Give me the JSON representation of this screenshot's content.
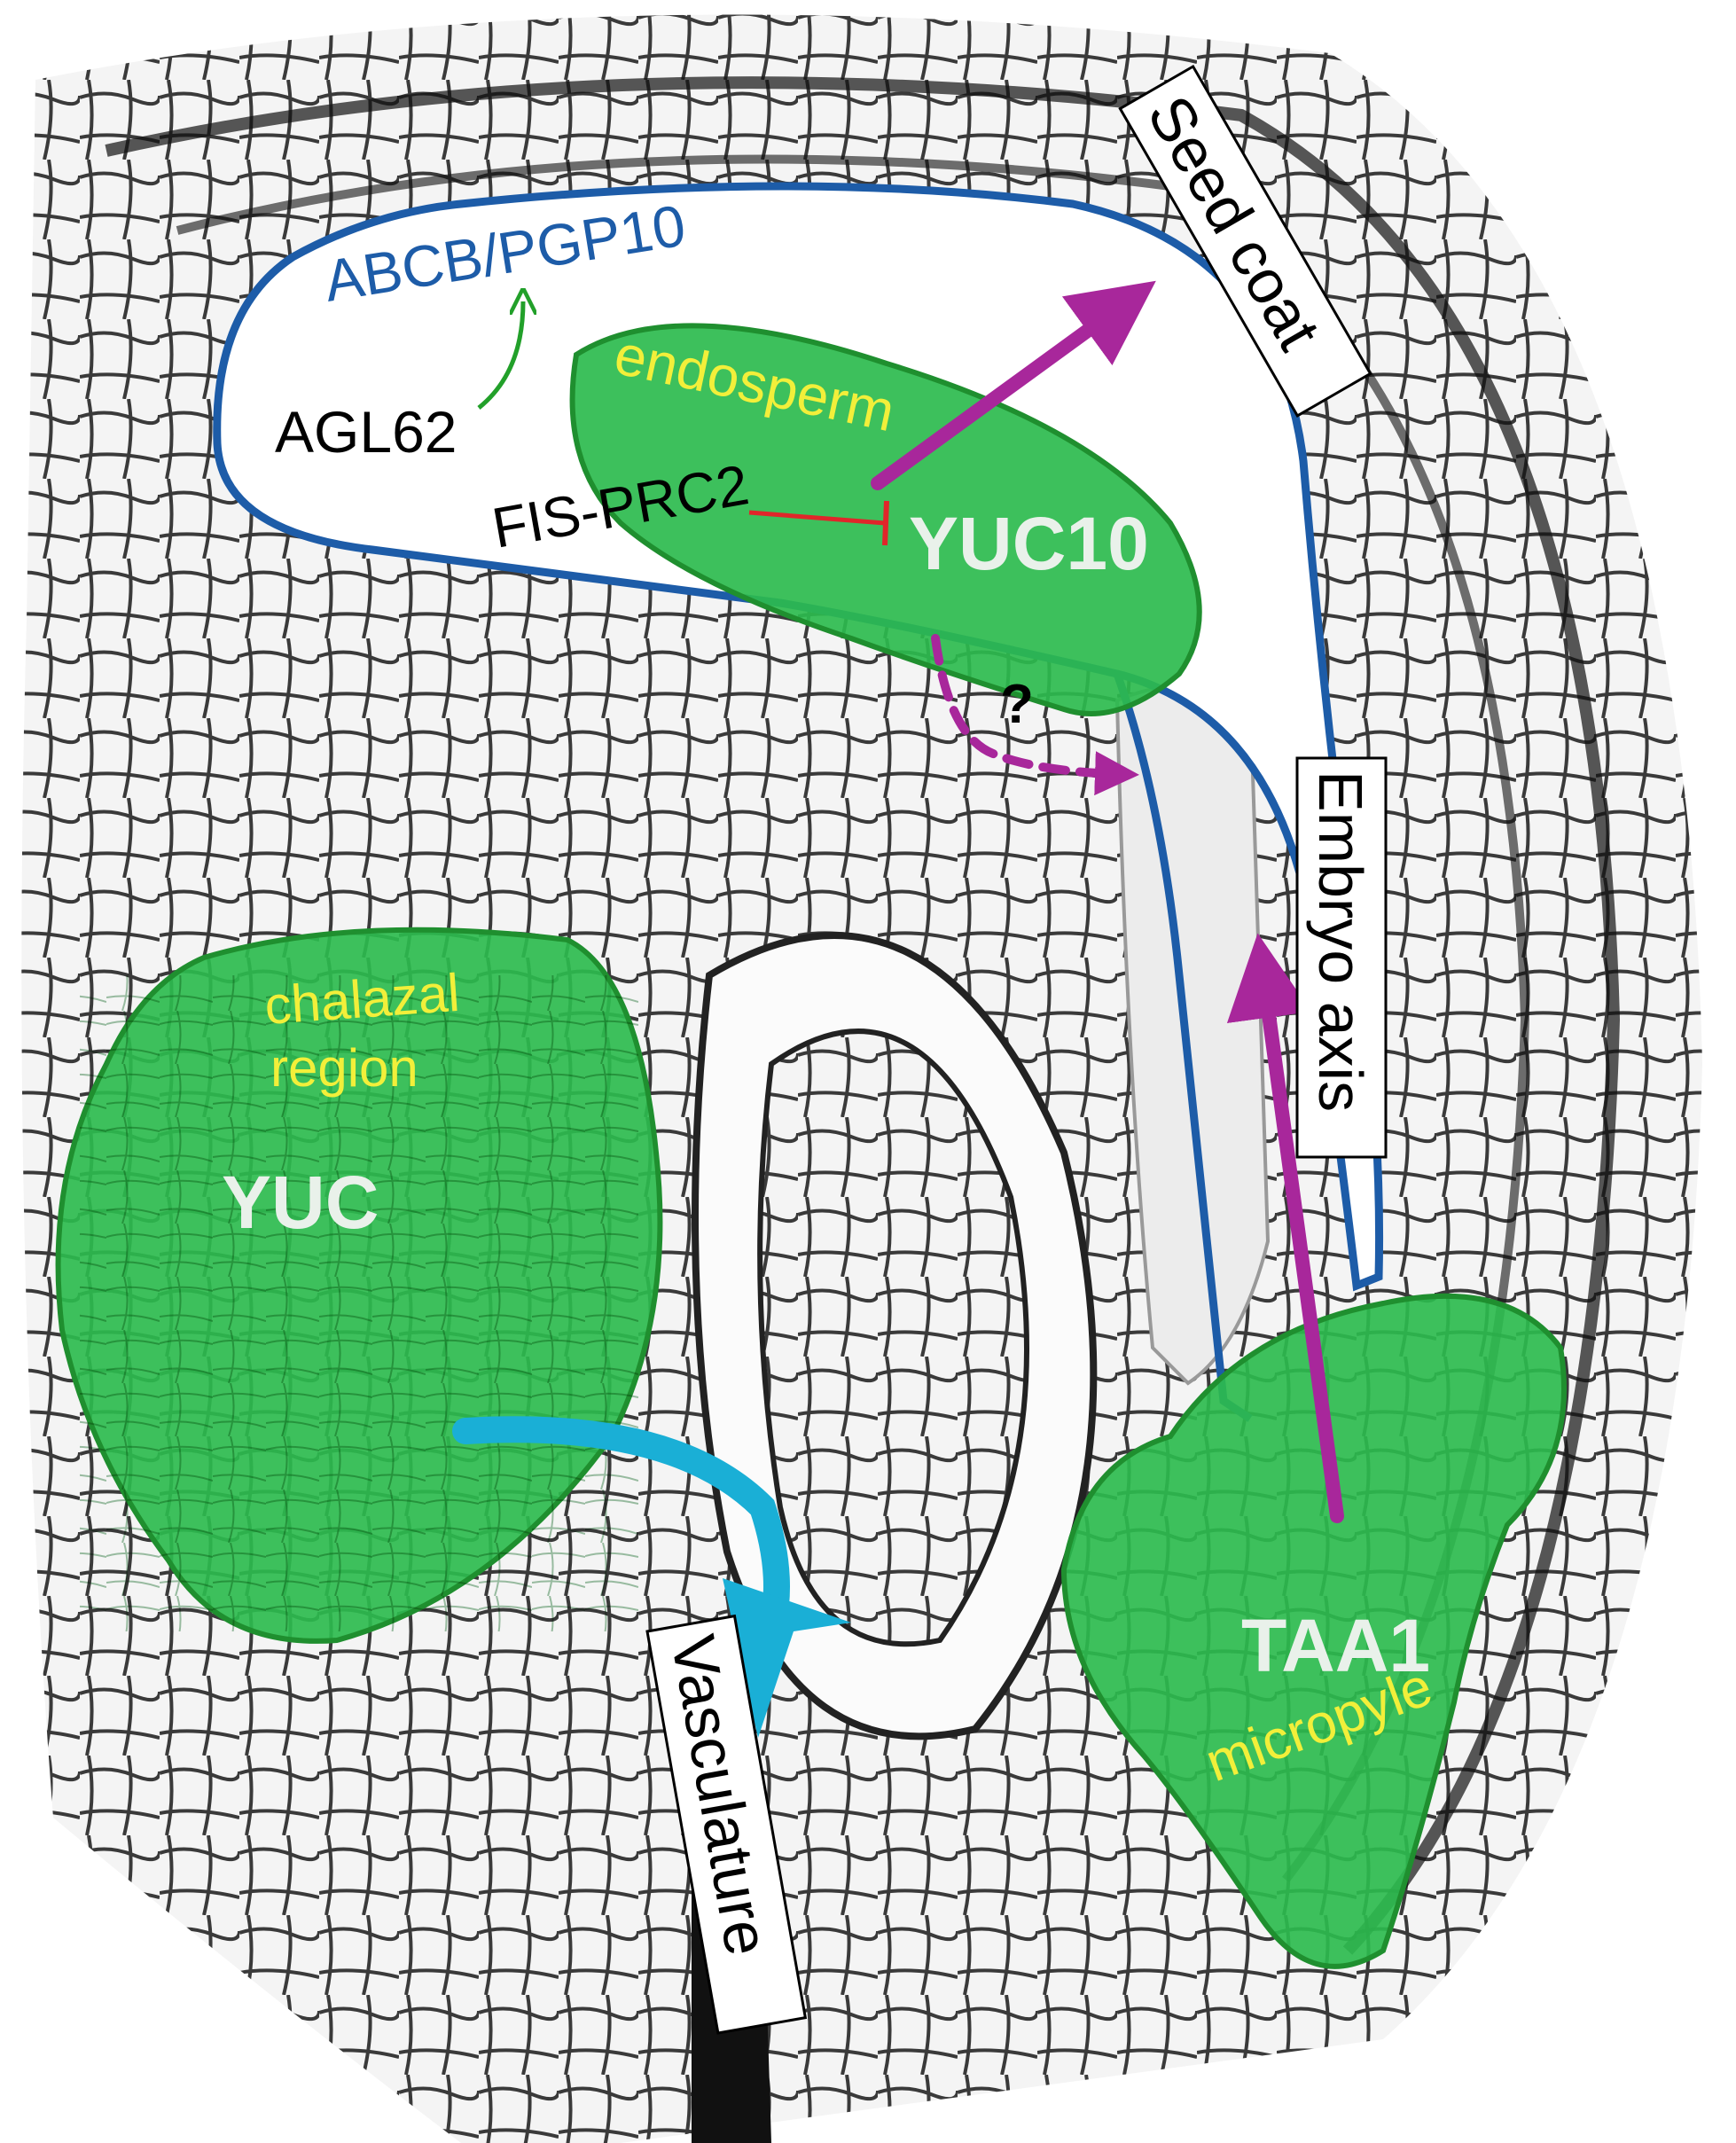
{
  "labels": {
    "seed_coat": "Seed coat",
    "abcb": "ABCB/PGP10",
    "endosperm": "endosperm",
    "agl62": "AGL62",
    "fis_prc2": "FIS-PRC2",
    "yuc10": "YUC10",
    "question": "?",
    "embryo_axis": "Embryo axis",
    "chalazal": "chalazal",
    "region": "region",
    "yuc": "YUC",
    "vasculature": "Vasculature",
    "taa1": "TAA1",
    "micropyle": "micropyle"
  },
  "colors": {
    "tissue_green": "#2dbb4e",
    "tissue_outline": "#1f8f2f",
    "endosperm_outline": "#1d5ca8",
    "auxin_flow": "#a8279b",
    "vascular_flow": "#1aafd6",
    "repression": "#e0262a",
    "activation": "#22a02a",
    "region_text": "#f2ef3a",
    "gene_text": "#e9f1ea"
  }
}
